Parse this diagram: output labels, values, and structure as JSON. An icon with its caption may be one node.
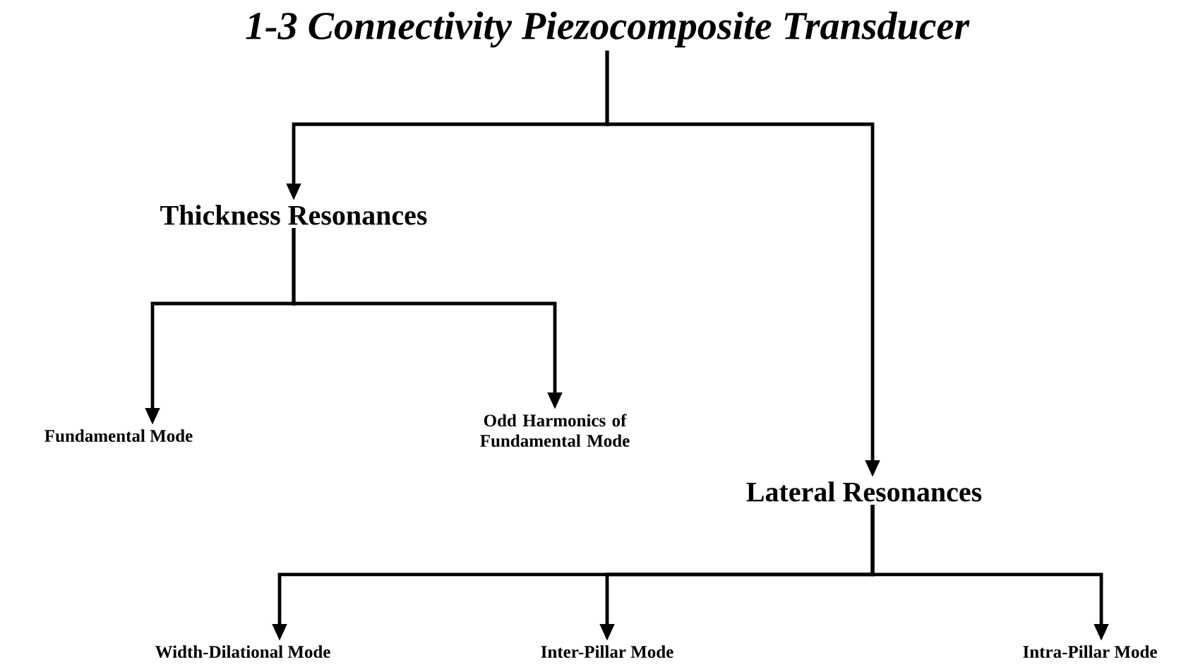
{
  "diagram": {
    "nodes": [
      {
        "text": [
          "1-3 Connectivity Piezocomposite Transducer"
        ]
      },
      {
        "text": [
          "Thickness Resonances"
        ]
      },
      {
        "text": [
          "Fundamental Mode"
        ]
      },
      {
        "text": [
          "Odd Harmonics of Fundamental Mode"
        ]
      },
      {
        "text": [
          "Lateral Resonances"
        ]
      },
      {
        "text": [
          "Width-Dilational Mode"
        ]
      },
      {
        "text": [
          "Inter-Pillar Mode"
        ]
      },
      {
        "text": [
          "Intra-Pillar Mode"
        ]
      }
    ],
    "edges": [
      {
        "from": 0,
        "to": 1,
        "arrow": "to"
      },
      {
        "from": 0,
        "to": 4,
        "arrow": "to"
      },
      {
        "from": 1,
        "to": 2,
        "arrow": "to"
      },
      {
        "from": 1,
        "to": 3,
        "arrow": "to"
      },
      {
        "from": 4,
        "to": 5,
        "arrow": "to"
      },
      {
        "from": 4,
        "to": 6,
        "arrow": "to"
      },
      {
        "from": 4,
        "to": 7,
        "arrow": "to"
      }
    ]
  }
}
